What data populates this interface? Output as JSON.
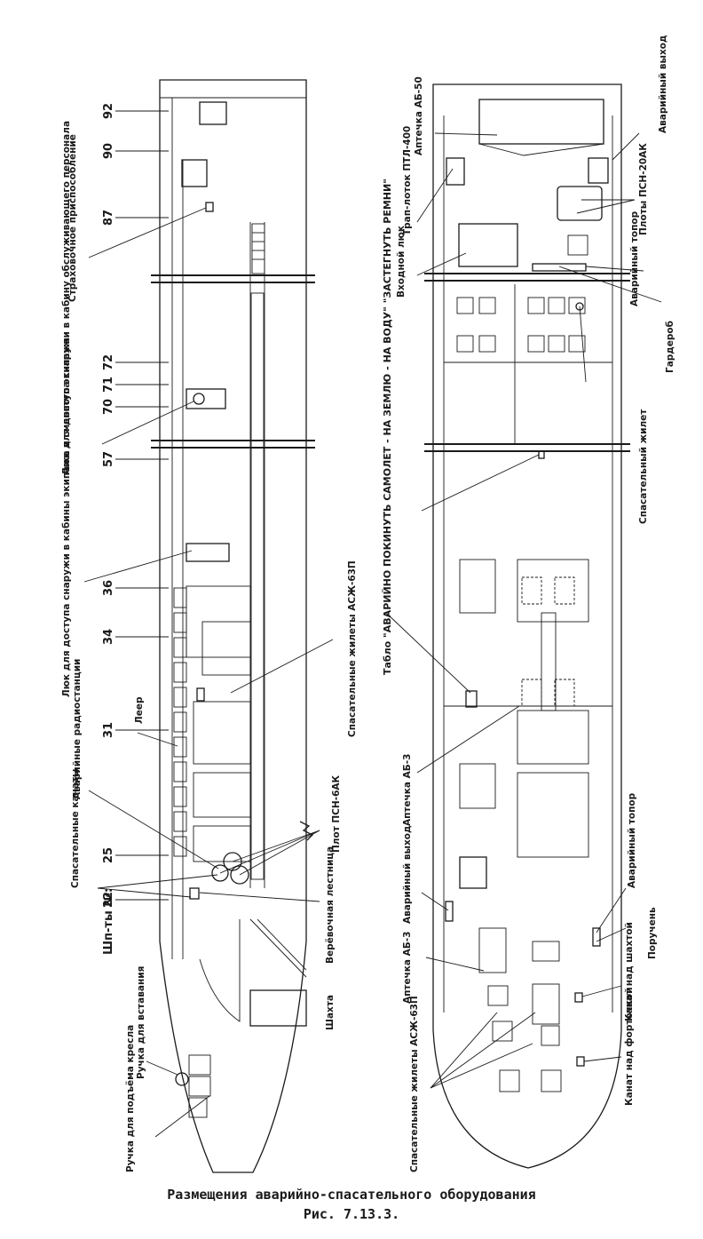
{
  "caption": {
    "title": "Размещения аварийно-спасательного оборудования",
    "figure": "Рис. 7.13.3."
  },
  "left_view": {
    "frames_prefix": "Шп-ты №:",
    "frame_numbers": [
      "22",
      "25",
      "31",
      "34",
      "36",
      "57",
      "70",
      "71",
      "72",
      "87",
      "90",
      "92"
    ],
    "labels": {
      "handle_seat": "Ручка для подъёма кресла",
      "handle_insert": "Ручка для вставания",
      "rescue_ropes": "Спасательные канаты",
      "emergency_radio": "Аварийные радиостанции",
      "railing": "Леер",
      "hatch_crew": "Люк для доступа снаружи в кабины экипажа и сменного экипажа",
      "hatch_service": "Люк для доступа снаружи в кабину обслуживающего персонала",
      "safety_device": "Страховочное приспособление",
      "rope_ladder": "Верёвочная лестница",
      "shaft": "Шахта",
      "raft": "Плот ПСН-6АК",
      "life_vests": "Спасательные жилеты АСЖ-63П"
    }
  },
  "right_view": {
    "labels": {
      "vests_bottom": "Спасательные жилеты АСЖ-63П",
      "first_aid_1": "Аптечка АБ-3",
      "emergency_exit_1": "Аварийный выход",
      "first_aid_2": "Аптечка АБ-3",
      "sign_board": "Табло \"АВАРИЙНО ПОКИНУТЬ САМОЛЕТ - НА ЗЕМЛЮ - НА ВОДУ\" \"ЗАСТЕГНУТЬ РЕМНИ\"",
      "entry_hatch": "Входной люк",
      "trap_chute": "Трап-лоток ПТЛ-400",
      "first_aid_3": "Аптечка АБ-50",
      "rope_vent": "Канат над форточкой",
      "rope_shaft": "Канат над шахтой",
      "handrail": "Поручень",
      "axe_1": "Аварийный топор",
      "life_vest": "Спасательный жилет",
      "wardrobe": "Гардероб",
      "axe_2": "Аварийный топор",
      "rafts": "Плоты ПСН-20АК",
      "emergency_exit_2": "Аварийный выход"
    }
  }
}
